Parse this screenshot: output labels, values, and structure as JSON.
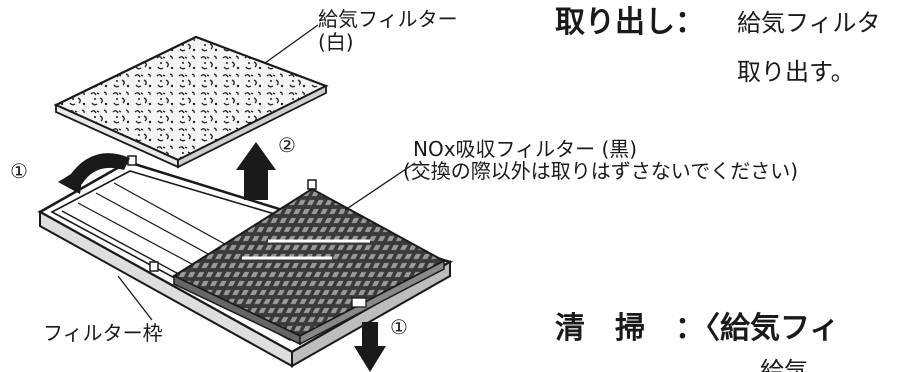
{
  "colors": {
    "ink": "#1a1a1a",
    "paper": "#ffffff",
    "mesh": "#3a3a3a",
    "foam": "#e9e9e9"
  },
  "labels": {
    "supply_filter_name": "給気フィルター",
    "supply_filter_color": "(白)",
    "nox_filter_name": "NOx吸収フィルター (黒)",
    "nox_filter_note": "(交換の際以外は取りはずさないでください)",
    "frame_name": "フィルター枠",
    "step1_top": "①",
    "step2": "②",
    "step1_bottom": "①"
  },
  "section_remove": {
    "heading": "取り出し：",
    "line1": "給気フィルタ",
    "line2": "取り出す。"
  },
  "section_clean": {
    "heading": "清　掃　：〈給気フィ",
    "line1": "給気"
  }
}
